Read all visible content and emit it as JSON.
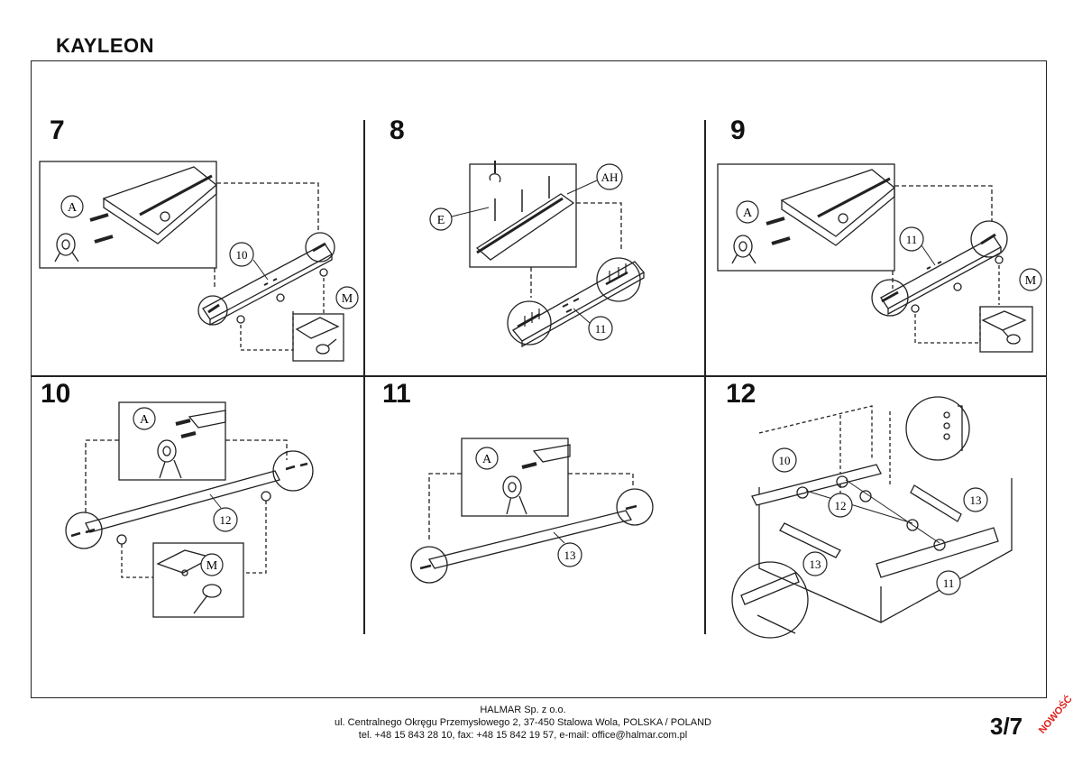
{
  "product_name": "KAYLEON",
  "steps": [
    {
      "number": "7",
      "callouts": [
        "A",
        "10",
        "M"
      ]
    },
    {
      "number": "8",
      "callouts": [
        "E",
        "AH",
        "11"
      ]
    },
    {
      "number": "9",
      "callouts": [
        "A",
        "11",
        "M"
      ]
    },
    {
      "number": "10",
      "callouts": [
        "A",
        "12",
        "M"
      ]
    },
    {
      "number": "11",
      "callouts": [
        "A",
        "13"
      ]
    },
    {
      "number": "12",
      "callouts": [
        "10",
        "12",
        "13",
        "13",
        "11"
      ]
    }
  ],
  "footer": {
    "company": "HALMAR Sp. z o.o.",
    "address": "ul. Centralnego Okręgu Przemysłowego 2, 37-450 Stalowa Wola, POLSKA / POLAND",
    "contact": "tel. +48 15 843 28 10, fax: +48 15 842 19 57, e-mail: office@halmar.com.pl"
  },
  "page_number": "3/7",
  "badge": "NOWOŚĆ"
}
